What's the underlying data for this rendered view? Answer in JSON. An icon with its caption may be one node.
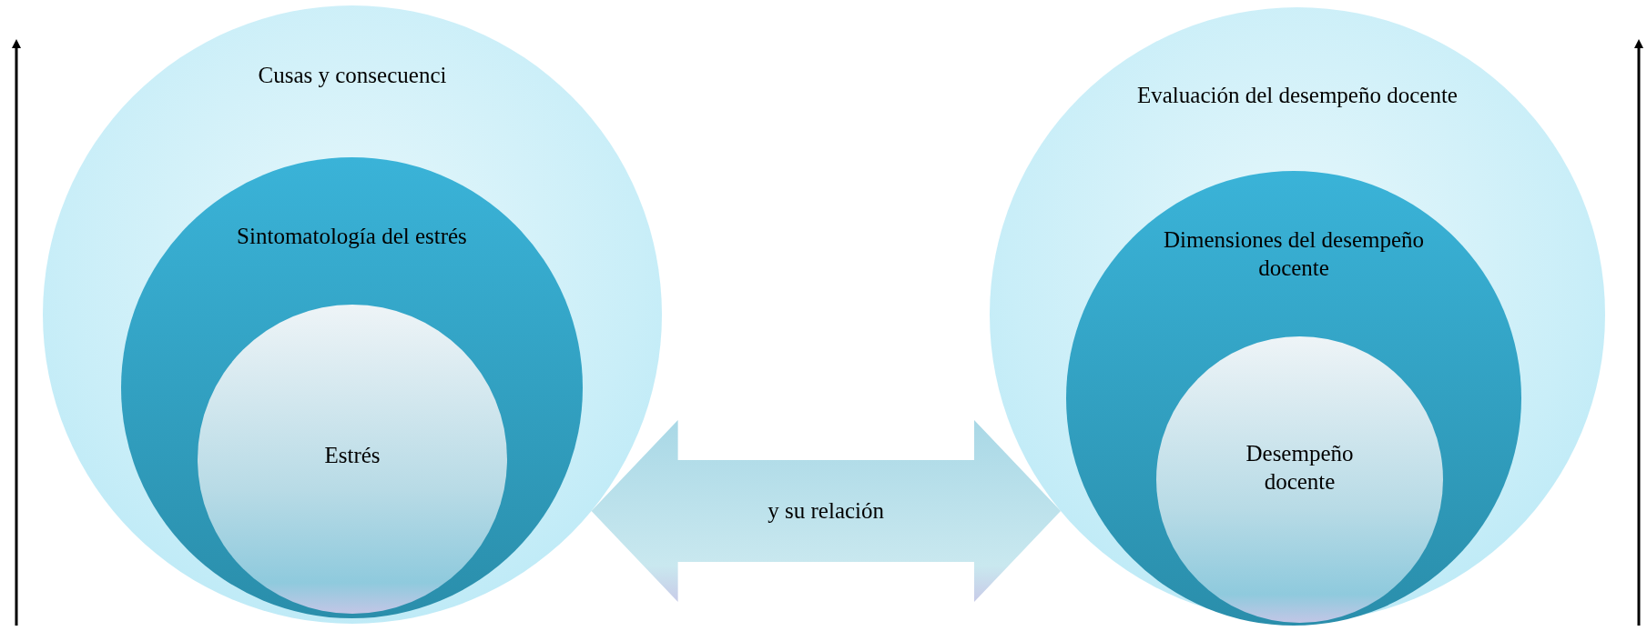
{
  "diagram": {
    "nodes": [
      {
        "text": [
          "Cusas y consecuenci"
        ]
      },
      {
        "text": [
          "Sintomatología del estrés"
        ],
        "in": 0
      },
      {
        "text": [
          "Estrés"
        ],
        "in": 1
      },
      {
        "text": [
          "Evaluación del desempeño docente"
        ]
      },
      {
        "text": [
          "Dimensiones del desempeño docente"
        ],
        "in": 3
      },
      {
        "text": [
          "Desempeño docente"
        ],
        "in": 4
      }
    ],
    "edges": [
      {
        "from": 0,
        "to": 3,
        "arrow": "both",
        "label": "y su relación"
      }
    ]
  }
}
